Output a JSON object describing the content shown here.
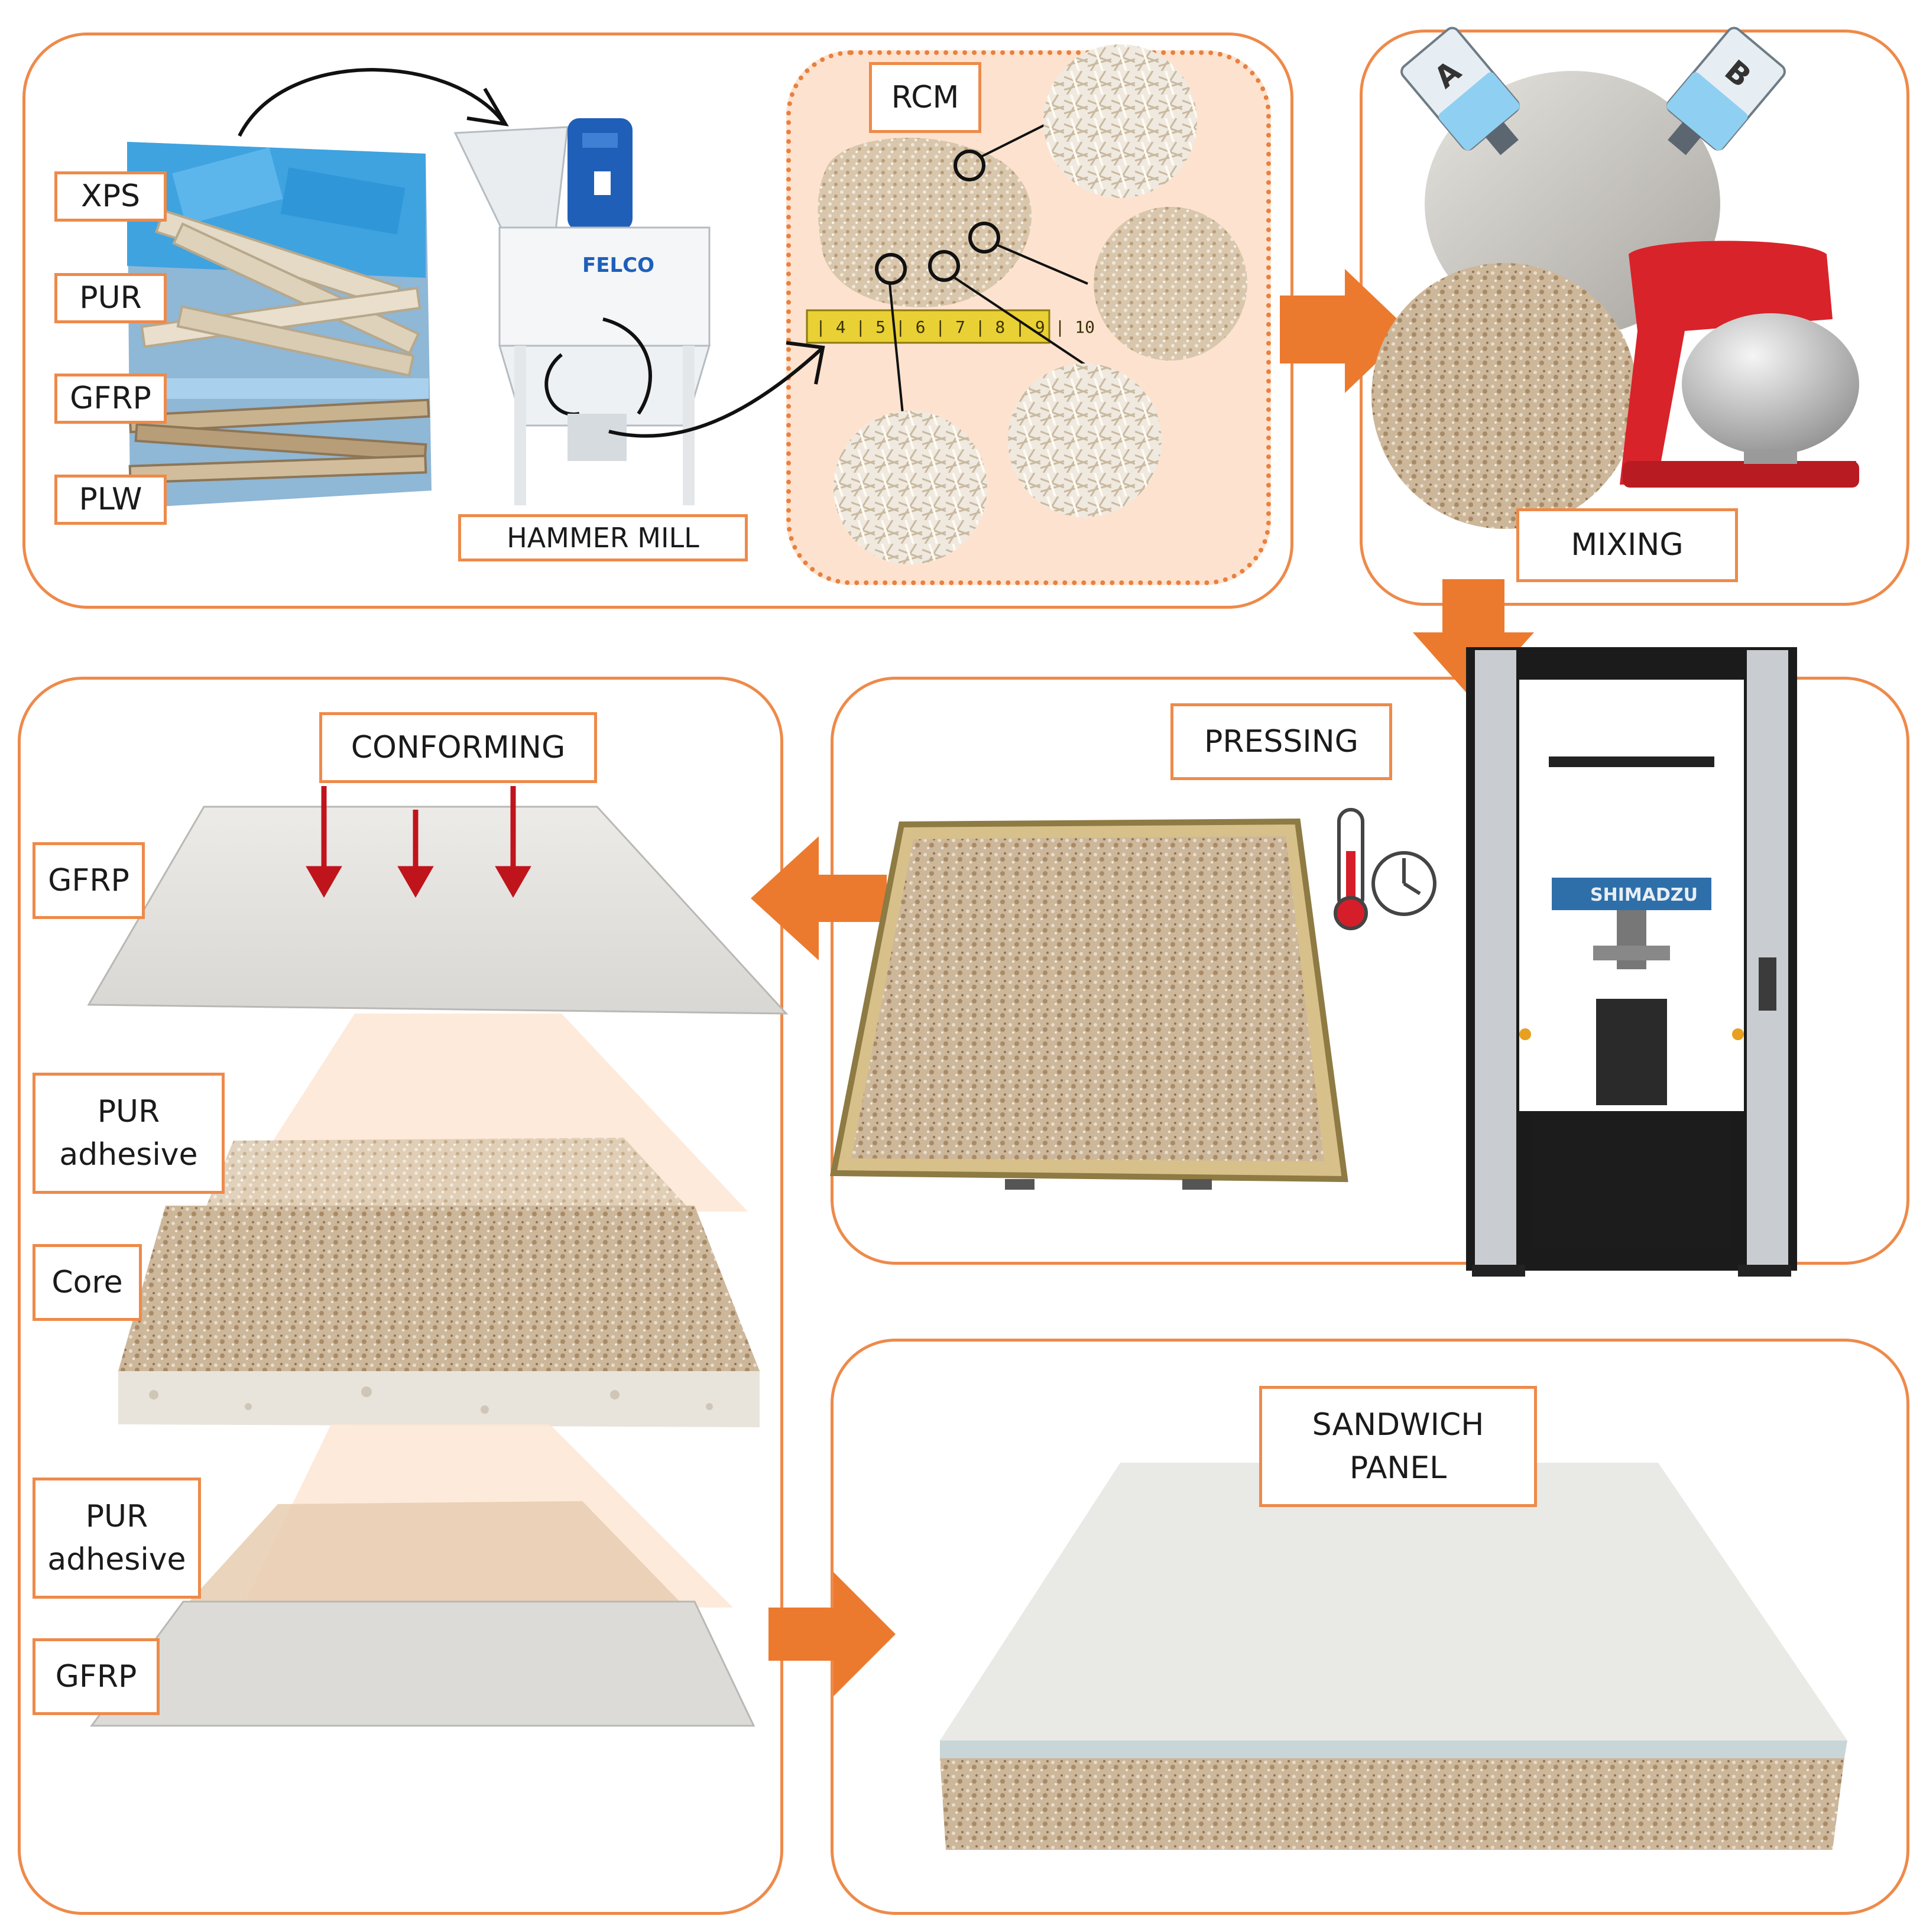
{
  "stages": {
    "shredding": {
      "waste_labels": [
        "XPS",
        "PUR",
        "GFRP",
        "PLW"
      ],
      "hammer_mill_label": "HAMMER MILL",
      "rcm_label": "RCM",
      "mill_brand": "FELCO"
    },
    "mixing": {
      "label": "MIXING",
      "bottle_a": "A",
      "bottle_b": "B"
    },
    "pressing": {
      "label": "PRESSING",
      "machine_brand": "SHIMADZU"
    },
    "conforming": {
      "label": "CONFORMING",
      "layers": [
        "GFRP",
        "PUR\nadhesive",
        "Core",
        "PUR\nadhesive",
        "GFRP"
      ]
    },
    "result": {
      "label": "SANDWICH\nPANEL"
    }
  },
  "colors": {
    "orange_border": "#ee8a4a",
    "arrow_orange": "#ec7a2e",
    "rcm_fill": "#fde3cf",
    "press_red_arrow": "#c0141c"
  }
}
